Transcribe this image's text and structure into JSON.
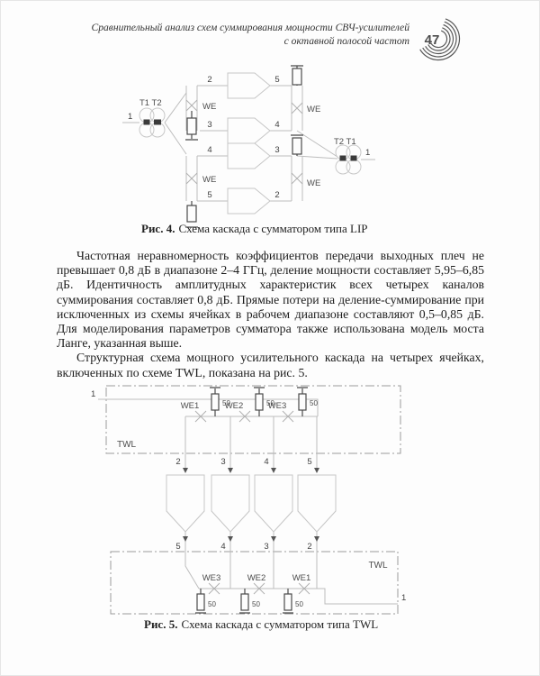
{
  "header": {
    "title_line1": "Сравнительный анализ схем суммирования мощности СВЧ-усилителей",
    "title_line2": "с октавной полосой частот",
    "page_number": "47"
  },
  "body": {
    "p1": "Частотная неравномерность коэффициентов передачи выходных плеч не превышает 0,8 дБ в диапазоне 2–4 ГГц, деление мощности составляет 5,95–6,85 дБ. Идентичность амплитудных характеристик всех четырех каналов суммирования составляет 0,8 дБ. Прямые потери на деление-суммирование при исключенных из схемы ячейках в рабочем диапазоне составляют 0,5–0,85 дБ. Для моделирования параметров сумматора также использована модель моста Ланге, указанная выше.",
    "p2": "Структурная схема мощного усилительного каскада на четырех ячейках, включенных по схеме TWL, показана на рис. 5."
  },
  "fig4": {
    "caption_label": "Рис. 4.",
    "caption_text": "Схема каскада с сумматором типа LIP",
    "input_port": "1",
    "output_port": "1",
    "transformer_in": "T1 T2",
    "transformer_out": "T2 T1",
    "cell_label": "WE",
    "ports_in": [
      "2",
      "3",
      "4",
      "5"
    ],
    "ports_out": [
      "5",
      "4",
      "3",
      "2"
    ]
  },
  "fig5": {
    "caption_label": "Рис. 5.",
    "caption_text": "Схема каскада с сумматором типа TWL",
    "input_port": "1",
    "output_port": "1",
    "combiner_label": "TWL",
    "cells_top": [
      "WE1",
      "WE2",
      "WE3"
    ],
    "cells_bottom": [
      "WE3",
      "WE2",
      "WE1"
    ],
    "resistor_value": "50",
    "ports_top": [
      "2",
      "3",
      "4",
      "5"
    ],
    "ports_bottom": [
      "5",
      "4",
      "3",
      "2"
    ]
  }
}
